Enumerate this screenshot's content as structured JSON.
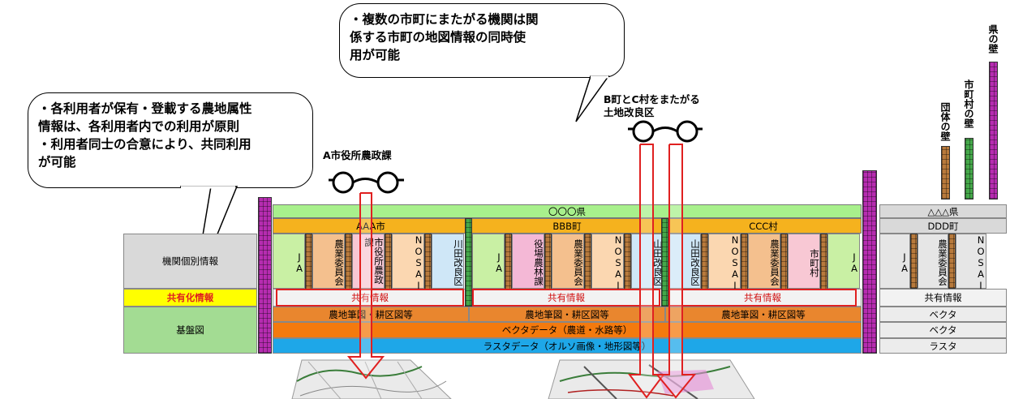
{
  "bubble_left": {
    "lines": [
      "・各利用者が保有・登載する農地属性",
      "情報は、各利用者内での利用が原則",
      "・利用者同士の合意により、共同利用",
      "が可能"
    ]
  },
  "bubble_top": {
    "lines": [
      "・複数の市町にまたがる機関は関",
      "係する市町の地図情報の同時使",
      "用が可能"
    ]
  },
  "labels": {
    "a_city_office": "A市役所農政課",
    "b_c_land_line1": "B町とC村をまたがる",
    "b_c_land_line2": "土地改良区",
    "wall_pref": "県の壁",
    "wall_municipal": "市町村の壁",
    "wall_group": "団体の壁"
  },
  "left_rows": {
    "individual": "機関個別情報",
    "shared": "共有化情報",
    "base": "基盤図"
  },
  "prefecture_main": "〇〇〇県",
  "prefecture_right": "△△△県",
  "towns": {
    "aaa": "AAA市",
    "bbb": "BBB町",
    "ccc": "CCC村",
    "ddd": "DDD町"
  },
  "orgs": {
    "aaa": [
      "JA",
      "農業委員会",
      "市役所農政課",
      "NOSAI",
      "川田改良区"
    ],
    "bbb": [
      "JA",
      "役場農林課",
      "農業委員会",
      "NOSAI",
      "山田改良区"
    ],
    "ccc": [
      "山田改良区",
      "NOSAI",
      "農業委員会",
      "市町村",
      "JA"
    ],
    "ddd": [
      "JA",
      "農業委員会",
      "NOSAI"
    ]
  },
  "shared_info": "共有情報",
  "base_rows": {
    "farmland_map": "農地筆図・耕区図等",
    "vector_data": "ベクタデータ（農道・水路等）",
    "raster_data": "ラスタデータ（オルソ画像・地形図等）",
    "right_vector": "ベクタ",
    "right_raster": "ラスタ"
  },
  "colors": {
    "prefecture_green": "#a8f08c",
    "town_orange": "#f5b21e",
    "shared_yellow": "#ffff00",
    "vector_orange": "#f47a0e",
    "raster_blue": "#1ea7e8",
    "farm_orange": "#e9862e",
    "wall_pref": "#b62cb0",
    "wall_town": "#45a84a",
    "wall_group": "#b87a3c",
    "red": "#e02020"
  }
}
